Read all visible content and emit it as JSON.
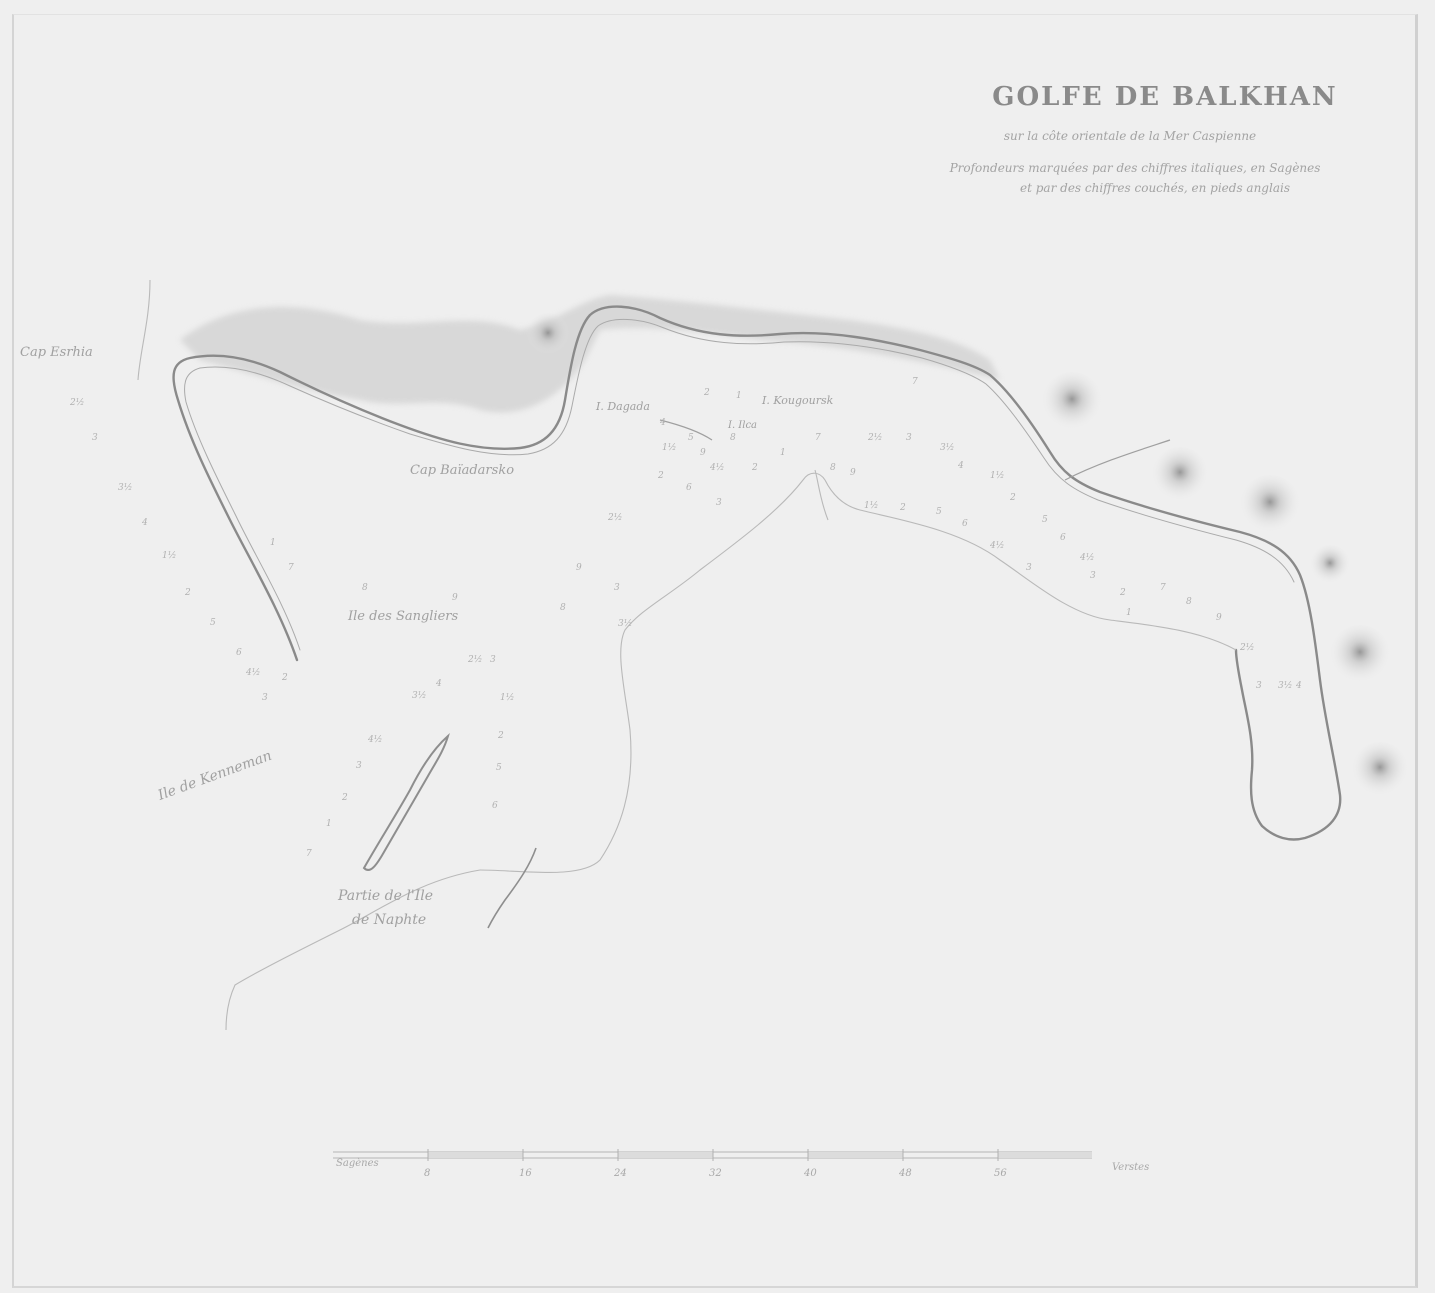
{
  "map": {
    "title": "GOLFE DE BALKHAN",
    "subtitle_lines": [
      "sur la côte orientale de la Mer Caspienne",
      "Profondeurs marquées par des chiffres italiques, en Sagènes",
      "et par des chiffres couchés, en pieds anglais"
    ],
    "labels": {
      "cap_west": "Cap Esrhia",
      "cap_north": "Cap Baïadarsko",
      "ile_dagada": "I. Dagada",
      "ile_kouzmoskh": "I. Kougoursk",
      "ile_north": "I. Ilca",
      "ile_sangliers": "Ile des Sangliers",
      "ile_kenneman": "Ile de Kenneman",
      "partie_naphte_1": "Partie de l'Ile",
      "partie_naphte_2": "de Naphte"
    },
    "scale": {
      "left_label": "Sagènes",
      "ticks": [
        "8",
        "16",
        "24",
        "32",
        "40",
        "48",
        "56"
      ],
      "unit": "Verstes"
    }
  },
  "soundings": [
    "2½",
    "3",
    "3½",
    "4",
    "1½",
    "2",
    "5",
    "6",
    "4½",
    "3",
    "2",
    "1",
    "7",
    "8",
    "9"
  ],
  "colors": {
    "paper": "#efefef",
    "ink": "#8e8e8e",
    "coast": "#9a9a9a",
    "hill": "#c8c8c8"
  }
}
